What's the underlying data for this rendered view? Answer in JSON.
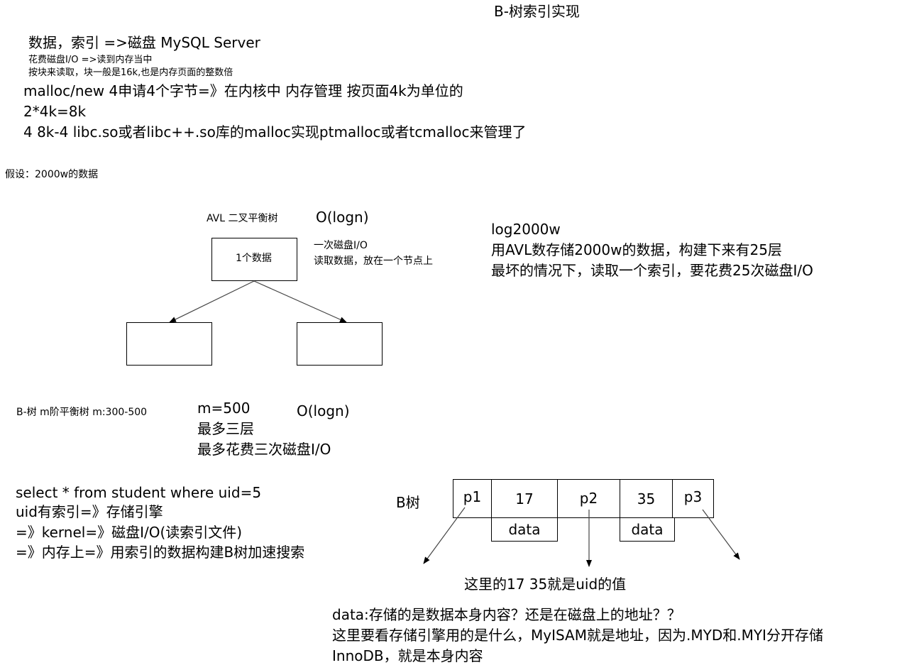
{
  "title": "B-树索引实现",
  "intro": {
    "line1": "数据，索引 =>磁盘   MySQL Server",
    "note1": "花费磁盘I/O =>读到内存当中",
    "note2": "按块来读取，块一般是16k,也是内存页面的整数倍",
    "line2": "malloc/new 4申请4个字节=》在内核中 内存管理 按页面4k为单位的",
    "line3": "2*4k=8k",
    "line4": "4 8k-4 libc.so或者libc++.so库的malloc实现ptmalloc或者tcmalloc来管理了"
  },
  "assumption": "假设：2000w的数据",
  "avl": {
    "label": "AVL 二叉平衡树",
    "complexity": "O(logn)",
    "node_text": "1个数据",
    "node_note1": "一次磁盘I/O",
    "node_note2": "读取数据，放在一个节点上",
    "explain1": "log2000w",
    "explain2": "用AVL数存储2000w的数据，构建下来有25层",
    "explain3": "最坏的情况下，读取一个索引，要花费25次磁盘I/O"
  },
  "btree": {
    "label": "B-树  m阶平衡树 m:300-500",
    "m": "m=500",
    "complexity": "O(logn)",
    "layers": "最多三层",
    "cost": "最多花费三次磁盘I/O",
    "node_label": "B树",
    "cells": [
      "p1",
      "17",
      "p2",
      "35",
      "p3"
    ],
    "data_cells": [
      "data",
      "data"
    ],
    "key_note": "这里的17 35就是uid的值"
  },
  "query": {
    "line1": "select * from student where uid=5",
    "line2": "uid有索引=》存储引擎",
    "line3": "=》kernel=》磁盘I/O(读索引文件)",
    "line4": "=》内存上=》用索引的数据构建B树加速搜索"
  },
  "data_note": {
    "line1": "data:存储的是数据本身内容？还是在磁盘上的地址？？",
    "line2": "这里要看存储引擎用的是什么，MyISAM就是地址，因为.MYD和.MYI分开存储",
    "line3": "InnoDB，就是本身内容"
  }
}
